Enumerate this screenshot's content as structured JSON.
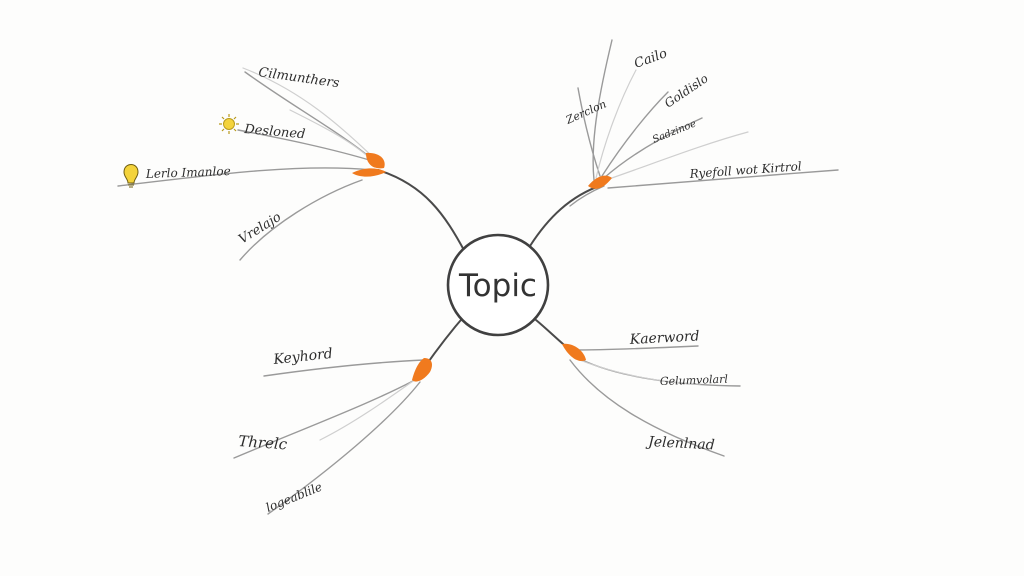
{
  "center": {
    "label": "Topic"
  },
  "colors": {
    "accent": "#f07a1e",
    "bulb": "#f4d33b",
    "ink": "#333333"
  },
  "branches": {
    "top_left": {
      "items": [
        {
          "label": "Cilmunthers"
        },
        {
          "label": "Desloned",
          "icon": "sun-icon"
        },
        {
          "label": "Lerlo Imanloe",
          "icon": "lightbulb-icon"
        },
        {
          "label": "Vrelajo"
        }
      ]
    },
    "top_right": {
      "items": [
        {
          "label": "Cailo"
        },
        {
          "label": "Zerclon"
        },
        {
          "label": "Goldislo"
        },
        {
          "label": "Sadzinoe"
        },
        {
          "label": "Ryefoll wot Kirtrol"
        }
      ]
    },
    "bottom_left": {
      "items": [
        {
          "label": "Keyhord"
        },
        {
          "label": "Threlc"
        },
        {
          "label": "logeablile"
        }
      ]
    },
    "bottom_right": {
      "items": [
        {
          "label": "Kaerword"
        },
        {
          "label": "Gelumvolarl"
        },
        {
          "label": "Jelenlnad"
        }
      ]
    }
  }
}
